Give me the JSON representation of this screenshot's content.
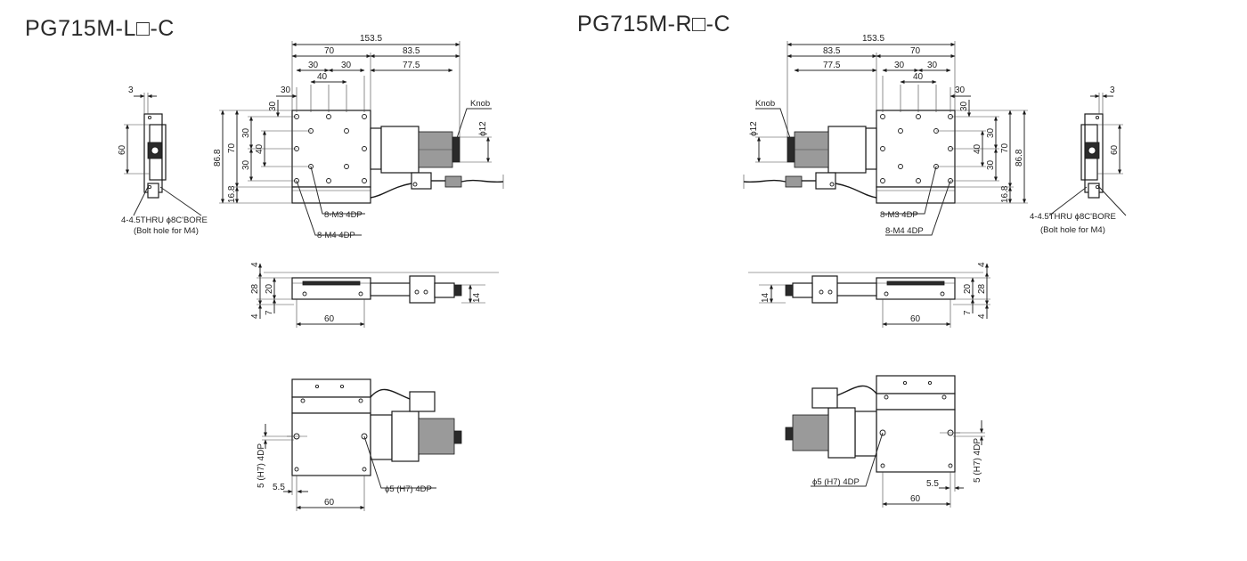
{
  "left": {
    "title": "PG715M-L□-C",
    "top_dims": {
      "overall": "153.5",
      "table": "70",
      "motor": "83.5",
      "motor_inner": "77.5",
      "hole_30a": "30",
      "hole_30b": "30",
      "hole_40": "40"
    },
    "side_dims": {
      "d30a": "30",
      "d30b": "30",
      "d30c": "30",
      "d40": "40",
      "d70": "70",
      "d86_8": "86.8",
      "d16_8": "16.8",
      "d12": "ϕ12"
    },
    "knob": "Knob",
    "callout_m3": "8-M3 4DP",
    "callout_m4": "8-M4 4DP",
    "end_view": {
      "w3": "3",
      "h60": "60",
      "bolt_note": "4-4.5THRU ϕ8C'BORE",
      "bolt_sub": "(Bolt hole for M4)"
    },
    "front_view": {
      "d4a": "4",
      "d28": "28",
      "d20": "20",
      "d7": "7",
      "d4b": "4",
      "d14": "14",
      "d60": "60"
    },
    "bottom_view": {
      "pin_v": "5 (H7) 4DP",
      "d5_5": "5.5",
      "d60": "60",
      "pin_note": "ϕ5 (H7) 4DP"
    }
  },
  "right": {
    "title": "PG715M-R□-C",
    "top_dims": {
      "overall": "153.5",
      "table": "70",
      "motor": "83.5",
      "motor_inner": "77.5",
      "hole_30a": "30",
      "hole_30b": "30",
      "hole_40": "40"
    },
    "side_dims": {
      "d30a": "30",
      "d30b": "30",
      "d30c": "30",
      "d40": "40",
      "d70": "70",
      "d86_8": "86.8",
      "d16_8": "16.8",
      "d12": "ϕ12"
    },
    "knob": "Knob",
    "callout_m3": "8-M3 4DP",
    "callout_m4": "8-M4 4DP",
    "end_view": {
      "w3": "3",
      "h60": "60",
      "bolt_note": "4-4.5THRU ϕ8C'BORE",
      "bolt_sub": "(Bolt hole for M4)"
    },
    "front_view": {
      "d4a": "4",
      "d28": "28",
      "d20": "20",
      "d7": "7",
      "d4b": "4",
      "d14": "14",
      "d60": "60"
    },
    "bottom_view": {
      "pin_v": "5 (H7) 4DP",
      "d5_5": "5.5",
      "d60": "60",
      "pin_note": "ϕ5 (H7) 4DP"
    }
  }
}
